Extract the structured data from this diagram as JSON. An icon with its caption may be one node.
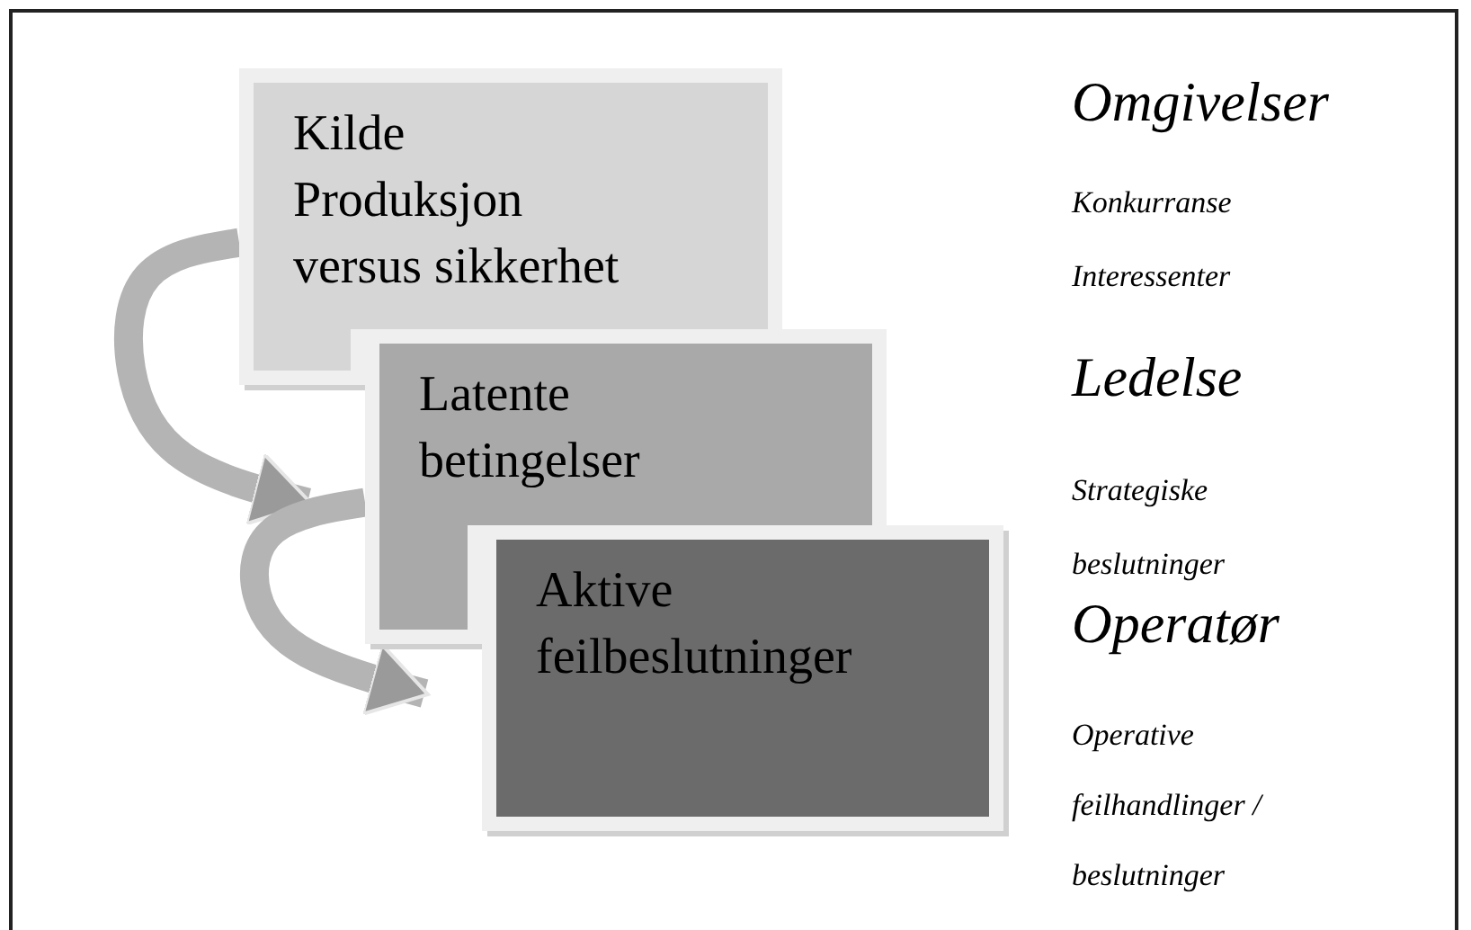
{
  "diagram": {
    "nodes": [
      {
        "text": [
          "Kilde Produksjon versus sikkerhet"
        ]
      },
      {
        "text": [
          "Latente betingelser"
        ]
      },
      {
        "text": [
          "Aktive feilbeslutninger"
        ]
      }
    ],
    "edges": [
      {
        "from": 0,
        "to": 1,
        "arrow": "to"
      },
      {
        "from": 1,
        "to": 2,
        "arrow": "to"
      }
    ],
    "labels": [
      "Omgivelser",
      "Konkurranse",
      "Interessenter",
      "Ledelse",
      "Strategiske beslutninger",
      "Operatør",
      "Operative feilhandlinger / beslutninger"
    ]
  }
}
